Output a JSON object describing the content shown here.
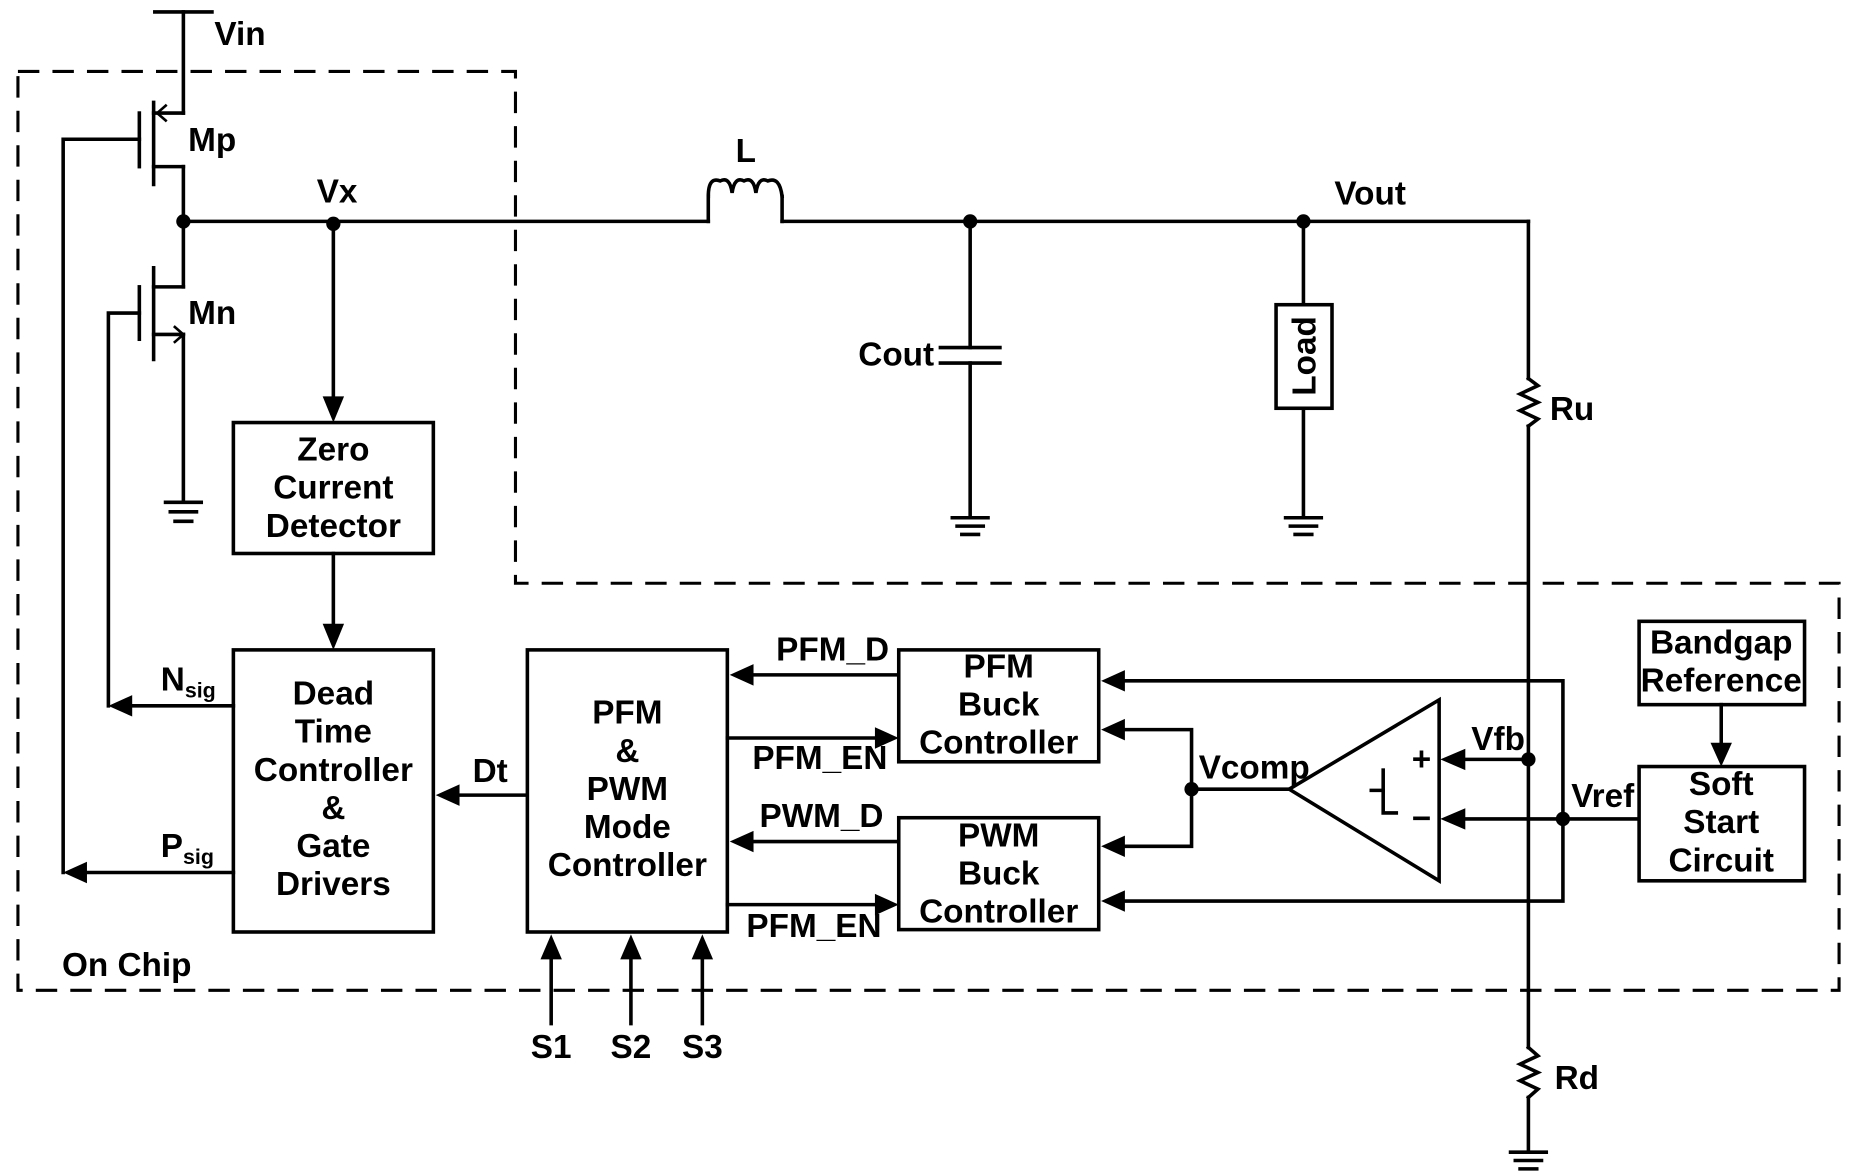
{
  "labels": {
    "vin": "Vin",
    "mp": "Mp",
    "mn": "Mn",
    "vx": "Vx",
    "l": "L",
    "vout": "Vout",
    "cout": "Cout",
    "load": "Load",
    "ru": "Ru",
    "rd": "Rd",
    "on_chip": "On Chip",
    "nsig_main": "N",
    "nsig_sub": "sig",
    "psig_main": "P",
    "psig_sub": "sig",
    "dt": "Dt",
    "pfm_d": "PFM_D",
    "pfm_en_top": "PFM_EN",
    "pwm_d": "PWM_D",
    "pfm_en_bottom": "PFM_EN",
    "vcomp": "Vcomp",
    "vfb": "Vfb",
    "vref": "Vref",
    "plus": "+",
    "minus": "−",
    "s1": "S1",
    "s2": "S2",
    "s3": "S3"
  },
  "blocks": {
    "zcd": [
      "Zero",
      "Current",
      "Detector"
    ],
    "dtc": [
      "Dead",
      "Time",
      "Controller",
      "&",
      "Gate",
      "Drivers"
    ],
    "mode": [
      "PFM",
      "&",
      "PWM",
      "Mode",
      "Controller"
    ],
    "pfm_buck": [
      "PFM",
      "Buck",
      "Controller"
    ],
    "pwm_buck": [
      "PWM",
      "Buck",
      "Controller"
    ],
    "bandgap": [
      "Bandgap",
      "Reference"
    ],
    "softstart": [
      "Soft",
      "Start",
      "Circuit"
    ]
  }
}
